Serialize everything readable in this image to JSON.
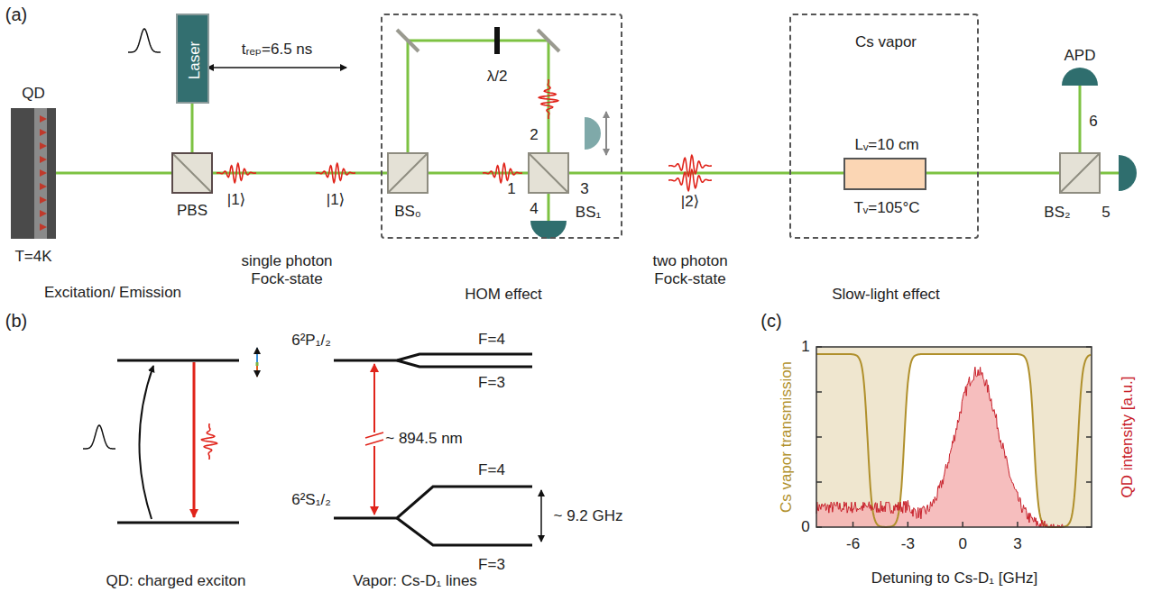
{
  "diagram": {
    "nodes": [
      {
        "text": [
          "Laser"
        ]
      },
      {
        "text": [
          "HOM effect"
        ]
      },
      {
        "text": [
          "Cs vapor",
          "Slow-light effect"
        ]
      },
      {
        "text": [
          "Lᵥ=10 cm",
          "Tᵥ=105°C"
        ],
        "in": 2
      }
    ],
    "labels": [
      "(a)",
      "QD",
      "T=4K",
      "Excitation/ Emission",
      "PBS",
      "tᵣₑₚ=6.5 ns",
      "|1⟩",
      "|1⟩",
      "single photon Fock-state",
      "λ/2",
      "BS₀",
      "1",
      "2",
      "3",
      "4",
      "BS₁",
      "|2⟩",
      "two photon Fock-state",
      "APD",
      "6",
      "BS₂",
      "5",
      "(b)",
      "QD: charged exciton",
      "6²P₁/₂",
      "F=4",
      "F=3",
      "~ 894.5 nm",
      "6²S₁/₂",
      "F=4",
      "F=3",
      "~ 9.2 GHz",
      "Vapor: Cs-D₁ lines",
      "(c)",
      "Cs vapor transmission",
      "QD intensity [a.u.]",
      "Detuning to Cs-D₁ [GHz]",
      "1",
      "0",
      "-6",
      "-3",
      "0",
      "3"
    ]
  }
}
